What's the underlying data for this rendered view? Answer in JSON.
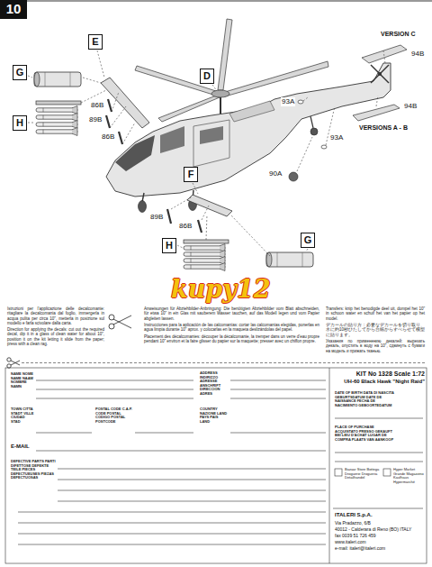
{
  "diagram": {
    "nodes": [
      {
        "text": [
          "10"
        ]
      },
      {
        "text": [
          "E"
        ]
      },
      {
        "text": [
          "D"
        ]
      },
      {
        "text": [
          "G"
        ]
      },
      {
        "text": [
          "H"
        ]
      },
      {
        "text": [
          "F"
        ]
      },
      {
        "text": [
          "H"
        ]
      },
      {
        "text": [
          "G"
        ]
      }
    ],
    "labels": [
      "86B",
      "86B",
      "89B",
      "93A",
      "93A",
      "VERSION C",
      "94B",
      "94B",
      "VERSIONS A - B",
      "90A",
      "89B",
      "86B",
      "kupy12",
      "Istruzioni per l'applicazione delle decalcomanie: ritagliare la decalcomania dal foglio, immergerla in acqua pulita per circa 10\", metterla in posizione sul modello e farla scivolare dalla carta.",
      "Direction for applying the decals: cut out the required decal, dip it in a glass of clean water for about 10\", position it on the kit letting it slide from the paper; press with a clean rag.",
      "Anweisungen für Abziehbilder-Anbringung: Die benötigten Abziehbilder vom Blatt abschneiden, für etwa 10\" in ein Glas mit sauberem Wasser tauchen, auf das Modell legen und vom Papier abgleiten lassen.",
      "Instrucciones para la aplicación de las calcomanías: cortar las calcomanías elegidas, ponerlas en agua limpia durante 10\" aprox. y colocarlas en la maqueta deslizándolas del papel.",
      "Placement des décalcomanies: découper la décalcomanie, la tremper dans un verre d'eau propre pendant 10\" environ et la faire glisser du papier sur la maquette; presser avec un chiffon propre.",
      "Transfers: knip het benodigde deel uit, dompel het 10\" in schoon water en schuif het van het papier op het model.",
      "デカールの貼り方：必要なデカールを切り取り、水に約10秒ひたしてから台紙からすべらせて模型に貼ります。",
      "Указания по применению декалей: вырезать декаль, опустить в воду на 10\", сдвинуть с бумаги на модель и прижать тканью.",
      "NAME NOME NAME NAAM NOMBRE NAMN",
      "ADDRESS INDIRIZZO ADRESSE ANSCHRIFT DIRECCION ADRES",
      "KIT No 1328 Scale 1:72",
      "UH-60 Black Hawk \"Night Raid\"",
      "TOWN CITTA STADT VILLE CIUDAD STAD",
      "POSTAL CODE C.A.P. CODE POSTAL CODIGO POSTAL POSTCODE",
      "COUNTRY NAZIONE LAND PAYS PAIS LAND",
      "DATE OF BIRTH DATA DI NASCITA GEBURTSDATUM DATE DE NAISSANCE FECHA DE NACIMIENTO GEBOORTEDATUM",
      "PLACE OF PURCHASE ACQUISTATO PRESSO GEKAUFT BEI LIEU D'ACHAT LUGAR DE COMPRA PLAATS VAN AANKOOP",
      "E-MAIL",
      "DEFECTIVE PARTS PARTI DIFETTOSE DEFEKTE TEILE PIECES DEFECTUEUSES PIEZAS DEFECTUOSAS",
      "Bazaar Store Bottega Droguerie Drogueria Detailhandel",
      "Hyper Market Grande Magazzino Kaufhaus Hypermarché",
      "ITALERI S.p.A.",
      "Via Pradazzo, 6/B",
      "40012 - Calderara di Reno (BO) ITALY",
      "fax 0039 51 726 459",
      "www.italeri.com",
      "e-mail: italeri@italeri.com"
    ]
  }
}
